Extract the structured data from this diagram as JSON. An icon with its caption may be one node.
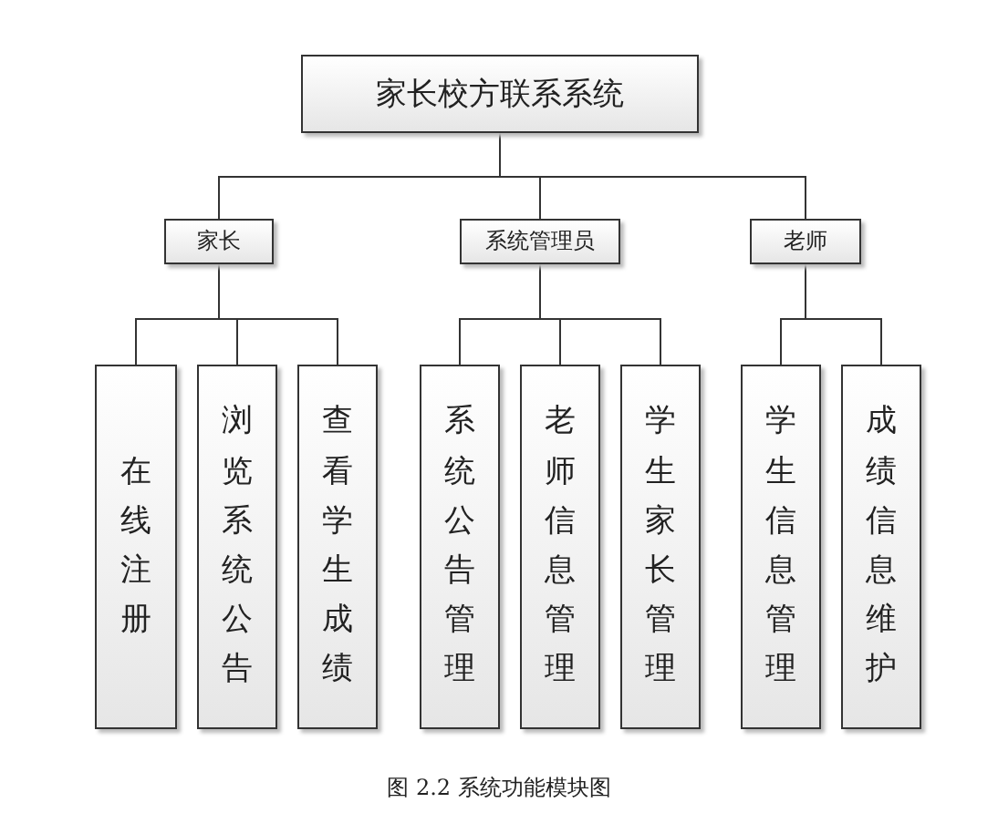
{
  "diagram": {
    "caption": "图 2.2 系统功能模块图",
    "nodes": [
      {
        "text": [
          "家长校方联系系统"
        ]
      },
      {
        "text": [
          "家长"
        ]
      },
      {
        "text": [
          "系统管理员"
        ]
      },
      {
        "text": [
          "老师"
        ]
      },
      {
        "text": [
          "在线注册"
        ]
      },
      {
        "text": [
          "浏览系统公告"
        ]
      },
      {
        "text": [
          "查看学生成绩"
        ]
      },
      {
        "text": [
          "系统公告管理"
        ]
      },
      {
        "text": [
          "老师信息管理"
        ]
      },
      {
        "text": [
          "学生家长管理"
        ]
      },
      {
        "text": [
          "学生信息管理"
        ]
      },
      {
        "text": [
          "成绩信息维护"
        ]
      }
    ],
    "edges": [
      {
        "from": 0,
        "to": 1,
        "arrow": "none"
      },
      {
        "from": 0,
        "to": 2,
        "arrow": "none"
      },
      {
        "from": 0,
        "to": 3,
        "arrow": "none"
      },
      {
        "from": 1,
        "to": 4,
        "arrow": "none"
      },
      {
        "from": 1,
        "to": 5,
        "arrow": "none"
      },
      {
        "from": 1,
        "to": 6,
        "arrow": "none"
      },
      {
        "from": 2,
        "to": 7,
        "arrow": "none"
      },
      {
        "from": 2,
        "to": 8,
        "arrow": "none"
      },
      {
        "from": 2,
        "to": 9,
        "arrow": "none"
      },
      {
        "from": 3,
        "to": 10,
        "arrow": "none"
      },
      {
        "from": 3,
        "to": 11,
        "arrow": "none"
      }
    ]
  }
}
